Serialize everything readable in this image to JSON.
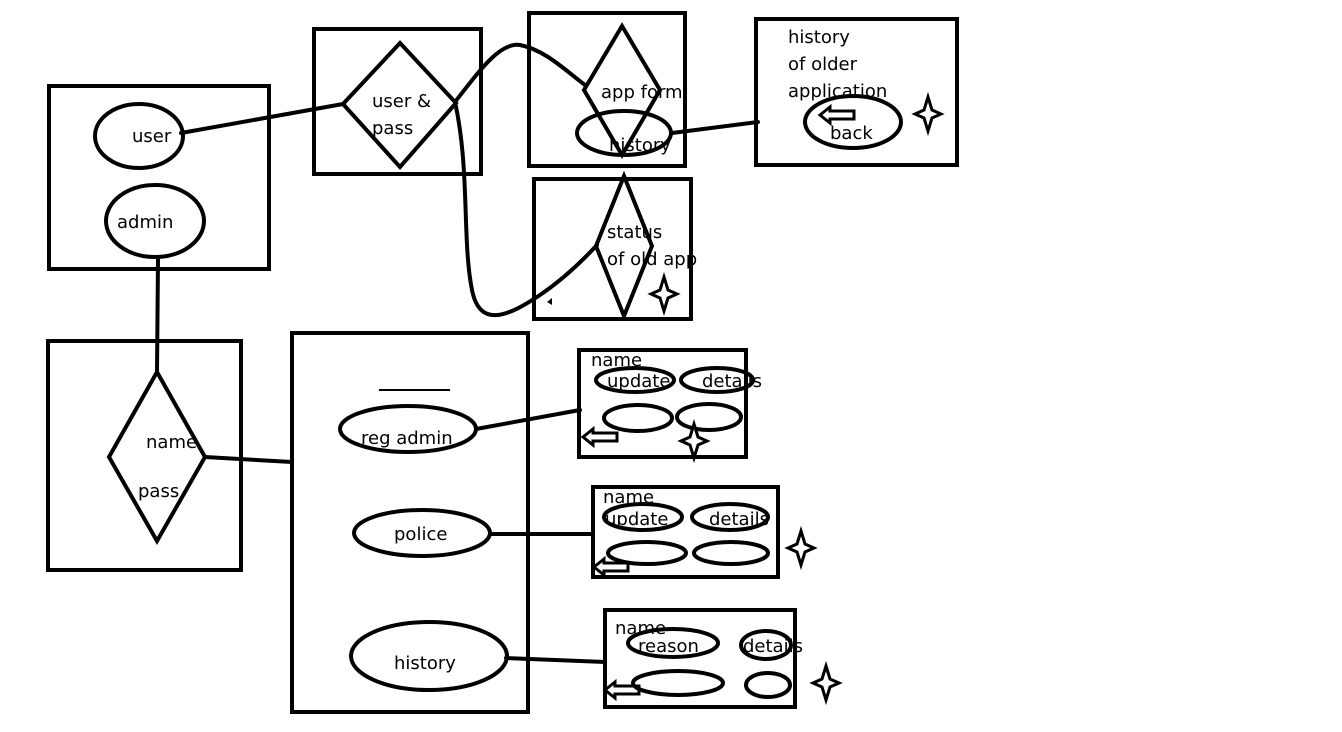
{
  "labels": {
    "user": "user",
    "admin": "admin",
    "user_pass_1": "user &",
    "user_pass_2": "pass",
    "app_form": "app form",
    "history": "history",
    "history_older_1": "history",
    "history_older_2": "of older",
    "history_older_3": "application",
    "back": "back",
    "status_1": "status",
    "status_2": "of old app",
    "name": "name",
    "pass": "pass",
    "reg_admin": "reg admin",
    "police": "police",
    "admin_history": "history",
    "panel1_name": "name",
    "panel1_update": "update",
    "panel1_details": "details",
    "panel2_name": "name",
    "panel2_update": "update",
    "panel2_details": "details",
    "panel3_name": "name",
    "panel3_reason": "reason",
    "panel3_details": "details"
  },
  "icons": {
    "star": "four-point-star-icon",
    "arrow": "left-arrow-icon"
  },
  "colors": {
    "ink": "#000000",
    "paper": "#ffffff"
  }
}
